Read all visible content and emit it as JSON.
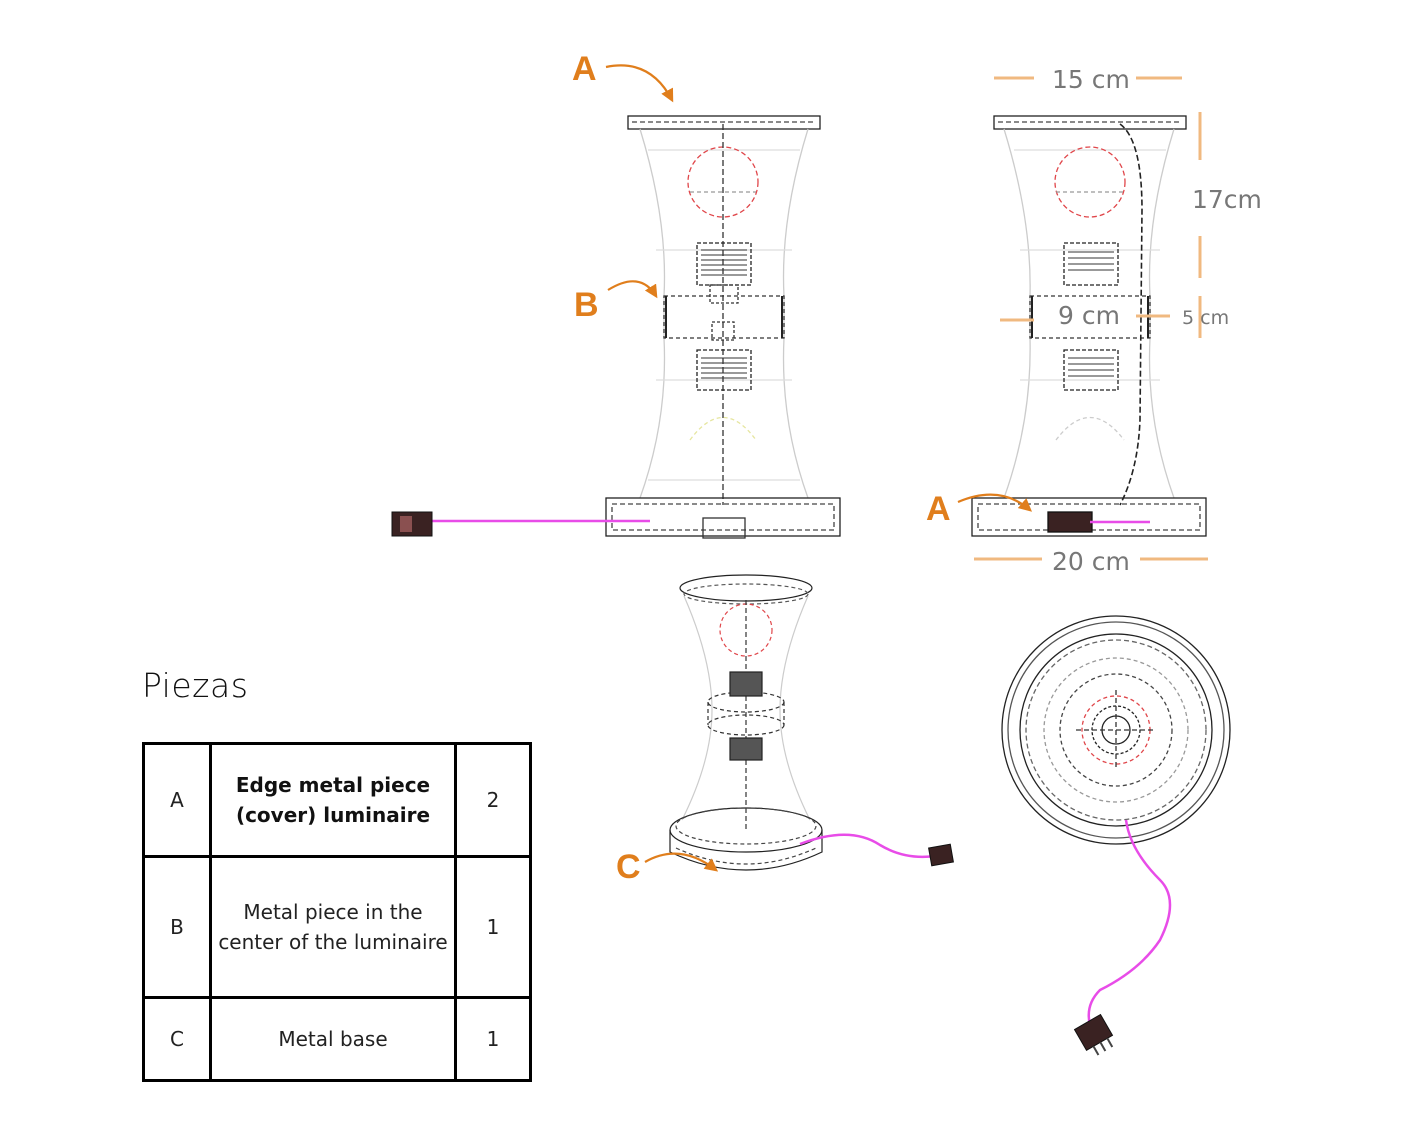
{
  "heading": "Piezas",
  "parts": [
    {
      "code": "A",
      "description": "Edge metal piece (cover) luminaire",
      "qty": "2"
    },
    {
      "code": "B",
      "description": "Metal piece in the center of the luminaire",
      "qty": "1"
    },
    {
      "code": "C",
      "description": "Metal base",
      "qty": "1"
    }
  ],
  "callouts": {
    "a_top": "A",
    "b_mid": "B",
    "a_base": "A",
    "c_base": "C"
  },
  "dimensions": {
    "top_width": "15 cm",
    "upper_height": "17cm",
    "middle_width": "9 cm",
    "middle_height": "5 cm",
    "base_width": "20 cm"
  },
  "colors": {
    "callout": "#e07e1c",
    "dimension_line": "#f0b980",
    "dimension_text": "#777777",
    "cable": "#e84ce8",
    "bulb_outline": "#e0464a"
  }
}
